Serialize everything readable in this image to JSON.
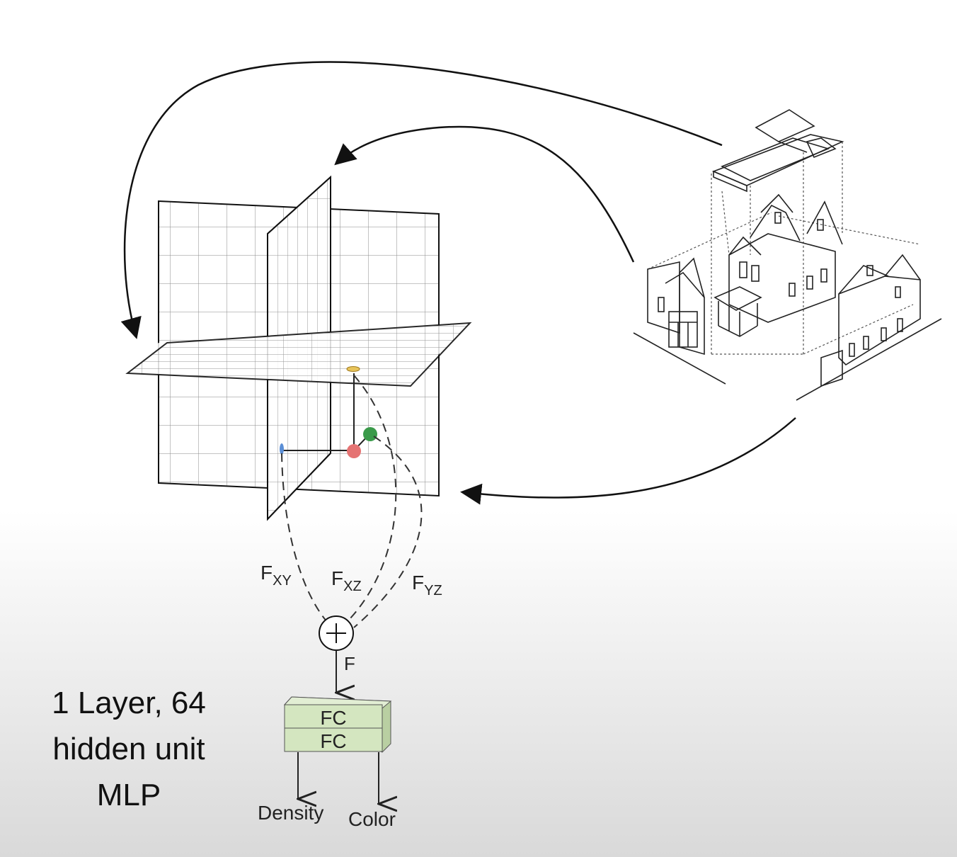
{
  "labels": {
    "fxy_main": "F",
    "fxy_sub": "XY",
    "fxz_main": "F",
    "fxz_sub": "XZ",
    "fyz_main": "F",
    "fyz_sub": "YZ",
    "sum_symbol": "+",
    "f_out": "F",
    "fc1": "FC",
    "fc2": "FC",
    "density": "Density",
    "color": "Color"
  },
  "caption": {
    "line1": "1 Layer, 64",
    "line2": "hidden unit",
    "line3": "MLP"
  },
  "colors": {
    "fc_block": "#d4e6c0",
    "point_red": "#e57373",
    "point_green": "#3a9a4a",
    "point_blue": "#5b8fd6",
    "point_yellow": "#e8c45a"
  }
}
